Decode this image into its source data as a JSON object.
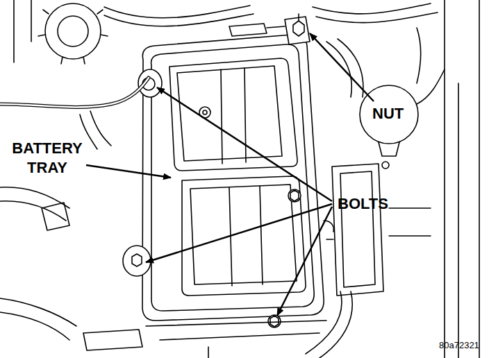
{
  "diagram": {
    "labels": [
      "BATTERY TRAY",
      "NUT",
      "BOLTS",
      "80a72321"
    ]
  }
}
